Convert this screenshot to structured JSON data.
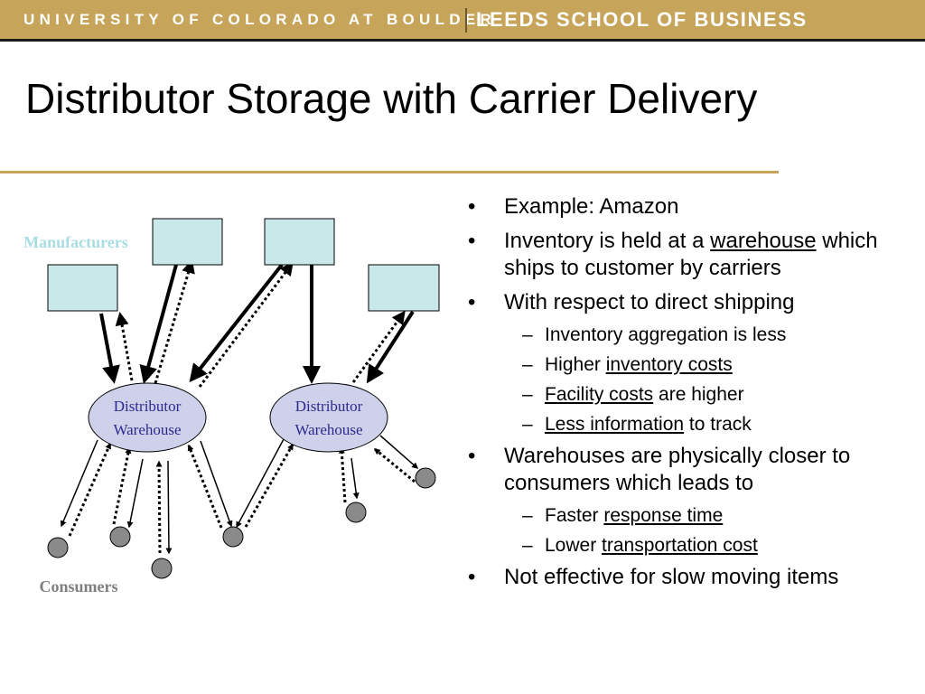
{
  "header": {
    "university": "UNIVERSITY OF COLORADO AT BOULDER",
    "school": "LEEDS SCHOOL OF BUSINESS",
    "bar_color": "#c6a55a"
  },
  "slide": {
    "title": "Distributor Storage with Carrier Delivery"
  },
  "diagram": {
    "manufacturers_label": "Manufacturers",
    "consumers_label": "Consumers",
    "warehouse_line1": "Distributor",
    "warehouse_line2": "Warehouse",
    "colors": {
      "manufacturer_fill": "#c9e8ea",
      "warehouse_fill": "#cfd1ea",
      "consumer_fill": "#8a8a8a",
      "manufacturers_label": "#a8dde2",
      "warehouse_text": "#2b2b8f",
      "consumers_label": "#7f7f7f"
    }
  },
  "bullets": {
    "b1": "Example: Amazon",
    "b2_pre": "Inventory is held at a ",
    "b2_link": "warehouse",
    "b2_post": " which ships to customer by carriers",
    "b3": "With respect to direct shipping",
    "b3_1": "Inventory aggregation is less",
    "b3_2_pre": "Higher ",
    "b3_2_link": "inventory costs",
    "b3_3_link": "Facility costs",
    "b3_3_post": " are higher",
    "b3_4_link": "Less information",
    "b3_4_post": " to track",
    "b4": "Warehouses are physically closer to consumers which leads to",
    "b4_1_pre": "Faster ",
    "b4_1_link": "response time",
    "b4_2_pre": "Lower ",
    "b4_2_link": "transportation cost",
    "b5": "Not effective for slow moving items",
    "bullet_mark": "•",
    "dash_mark": "–"
  }
}
